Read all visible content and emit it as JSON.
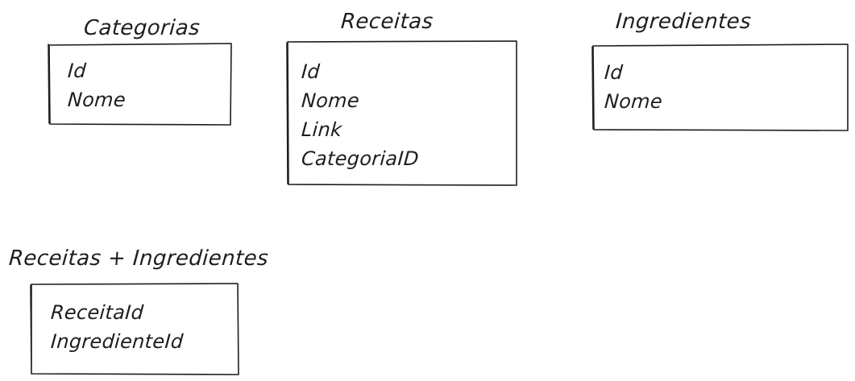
{
  "entities": [
    {
      "id": "categorias",
      "title": "Categorias",
      "fields": [
        "Id",
        "Nome"
      ]
    },
    {
      "id": "receitas",
      "title": "Receitas",
      "fields": [
        "Id",
        "Nome",
        "Link",
        "CategoriaID"
      ]
    },
    {
      "id": "ingredientes",
      "title": "Ingredientes",
      "fields": [
        "Id",
        "Nome"
      ]
    },
    {
      "id": "receitas-ingredientes",
      "title": "Receitas + Ingredientes",
      "fields": [
        "ReceitaId",
        "IngredienteId"
      ]
    }
  ],
  "colors": {
    "stroke": "#1e1e1e",
    "background": "#ffffff"
  }
}
